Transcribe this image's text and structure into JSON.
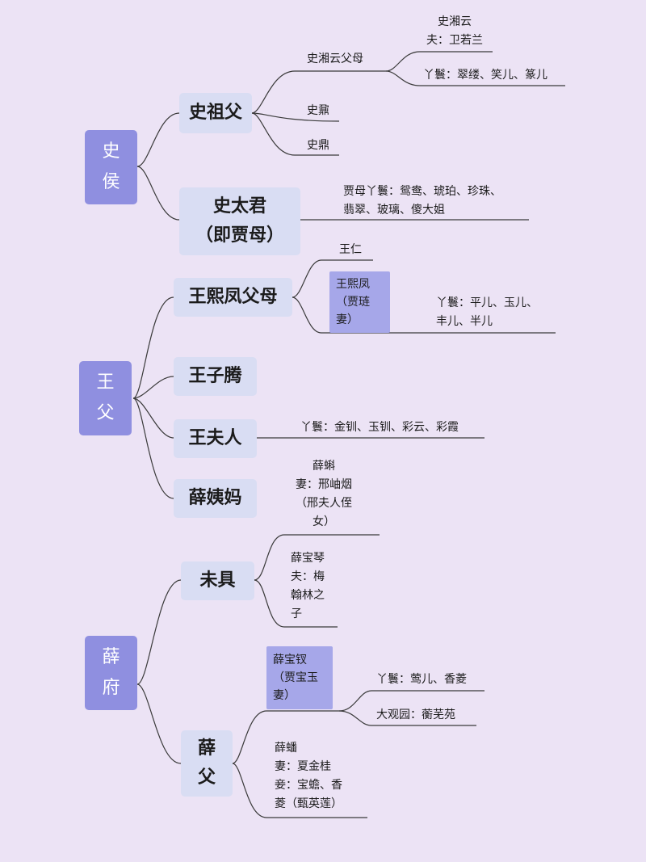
{
  "roots": {
    "shi": "史\n侯",
    "wang": "王\n父",
    "xue": "薛\n府"
  },
  "level1": {
    "shi_zufu": "史祖父",
    "shi_taijun": "史太君\n（即贾母）",
    "wang_xifeng_parents": "王熙凤父母",
    "wang_ziteng": "王子腾",
    "wang_furen": "王夫人",
    "xue_yima": "薛姨妈",
    "weiju": "未具",
    "xue_fu": "薛\n父"
  },
  "leaves": {
    "xiangyun_parents": "史湘云父母",
    "xiangyun": "史湘云\n夫：卫若兰",
    "xiangyun_maids": "丫鬟：翠缕、笑儿、篆儿",
    "shi_nai": "史鼐",
    "shi_ding": "史鼎",
    "jiamu_maids": "贾母丫鬟：鸳鸯、琥珀、珍珠、\n翡翠、玻璃、傻大姐",
    "wang_ren": "王仁",
    "wang_xifeng": "王熙凤\n（贾琏\n妻）",
    "xifeng_maids": "丫鬟：平儿、玉儿、\n丰儿、半儿",
    "wangfuren_maids": "丫鬟：金钏、玉钏、彩云、彩霞",
    "xue_ke": "薛蝌\n妻：邢岫烟\n（邢夫人侄\n女）",
    "xue_baoqin": "薛宝琴\n夫：梅\n翰林之\n子",
    "xue_baochai": "薛宝钗\n（贾宝玉\n妻）",
    "baochai_maids": "丫鬟：莺儿、香菱",
    "daguanyuan": "大观园：蘅芜苑",
    "xue_pan": "薛蟠\n妻：夏金桂\n妾：宝蟾、香\n菱（甄英莲）"
  },
  "colors": {
    "background": "#ece3f5",
    "root_box": "#8f8fe0",
    "level1_box": "#d9ddf3",
    "highlight_box": "#a6a7e9",
    "line": "#3a3a3a"
  }
}
